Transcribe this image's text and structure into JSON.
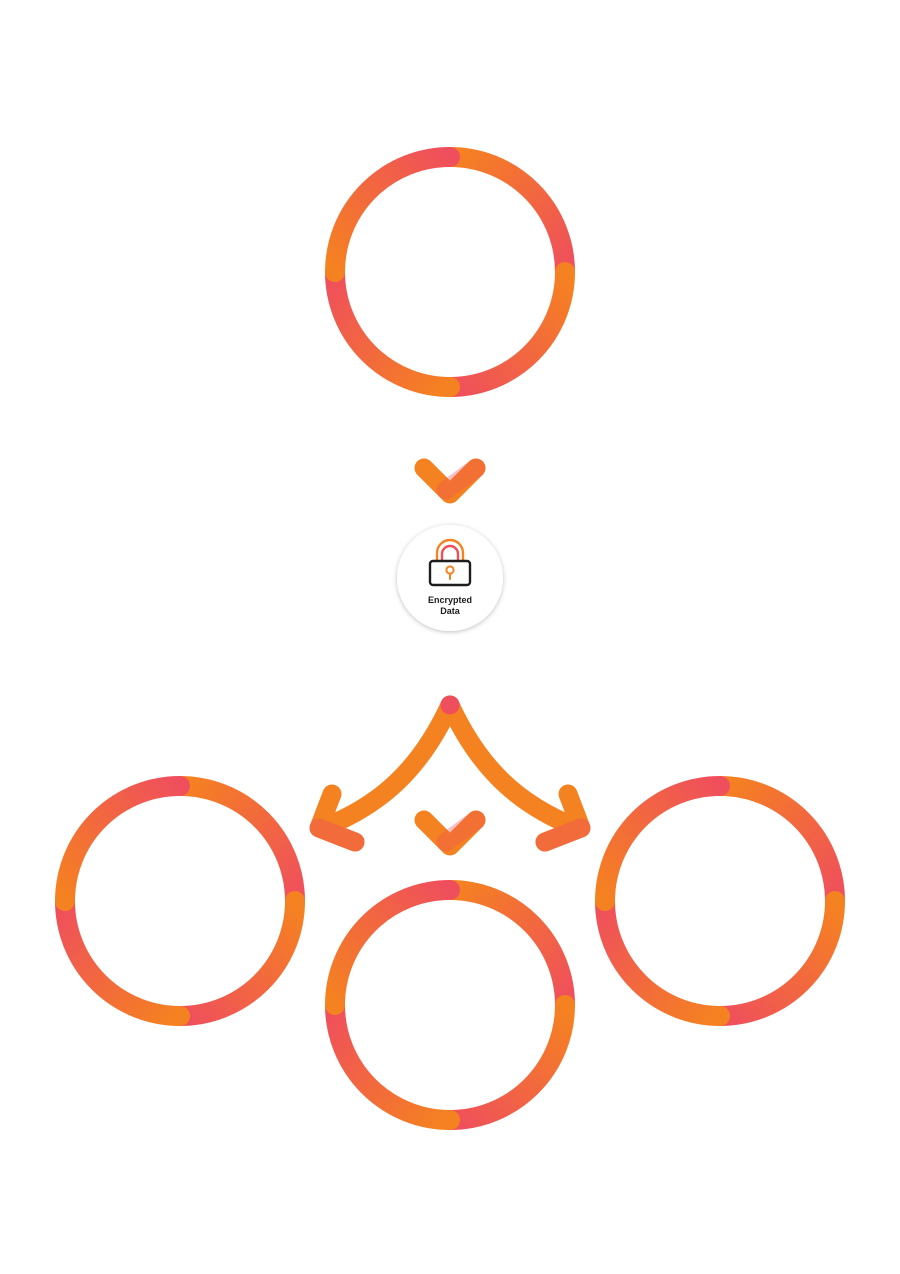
{
  "diagram": {
    "colors": {
      "ring_orange": "#f58220",
      "ring_red": "#ef4f5c",
      "lock_outline": "#1d1d1b",
      "badge_fill": "#ffffff",
      "badge_shadow": "#cfcfcf"
    },
    "badge": {
      "icon": "padlock-icon",
      "label_line_1": "Encrypted",
      "label_line_2": "Data"
    },
    "nodes": [
      {
        "id": "source"
      },
      {
        "id": "recipient-left"
      },
      {
        "id": "recipient-center"
      },
      {
        "id": "recipient-right"
      }
    ]
  }
}
